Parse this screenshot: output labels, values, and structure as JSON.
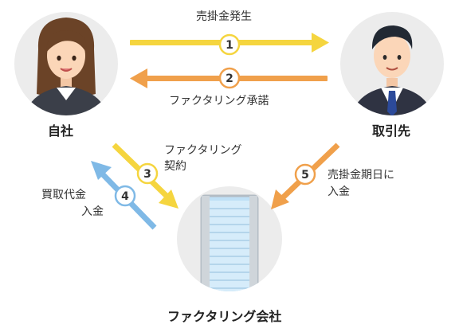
{
  "nodes": {
    "self": "自社",
    "partner": "取引先",
    "factoring_company": "ファクタリング会社"
  },
  "steps": [
    {
      "number": "1",
      "label": [
        "売掛金発生"
      ],
      "color": "#f5d53f"
    },
    {
      "number": "2",
      "label": [
        "ファクタリング承諾"
      ],
      "color": "#f0a04b"
    },
    {
      "number": "3",
      "label": [
        "ファクタリング",
        "契約"
      ],
      "color": "#f5d53f"
    },
    {
      "number": "4",
      "label": [
        "買取代金",
        "入金"
      ],
      "color": "#7fb9e6"
    },
    {
      "number": "5",
      "label": [
        "売掛金期日に",
        "入金"
      ],
      "color": "#f0a04b"
    }
  ],
  "colors": {
    "avatar_bg": "#ececec",
    "building": "#bfe0f6"
  }
}
